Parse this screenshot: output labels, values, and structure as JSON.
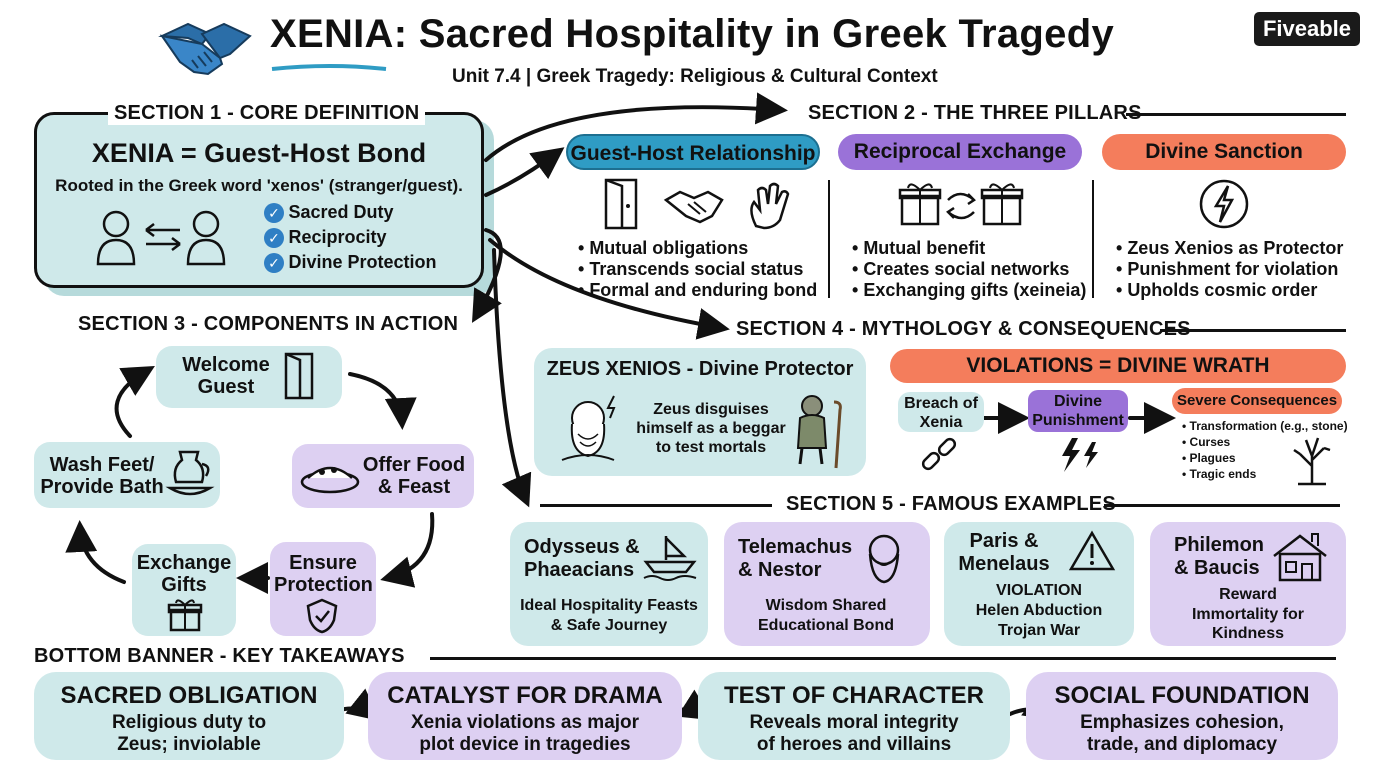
{
  "header": {
    "title": "XENIA: Sacred Hospitality in Greek Tragedy",
    "subtitle": "Unit 7.4 | Greek Tragedy: Religious & Cultural Context",
    "logo": "Fiveable",
    "logo_icon": "handshake-icon"
  },
  "section1": {
    "label": "SECTION 1 - CORE DEFINITION",
    "heading": "XENIA = Guest-Host Bond",
    "description": "Rooted in the Greek word 'xenos' (stranger/guest).",
    "checks": [
      "Sacred Duty",
      "Reciprocity",
      "Divine Protection"
    ]
  },
  "section2": {
    "label": "SECTION 2 - THE THREE PILLARS",
    "pillars": [
      {
        "title": "Guest-Host Relationship",
        "bullets": [
          "Mutual obligations",
          "Transcends social status",
          "Formal and enduring bond"
        ]
      },
      {
        "title": "Reciprocal Exchange",
        "bullets": [
          "Mutual benefit",
          "Creates social networks",
          "Exchanging gifts (xeineia)"
        ]
      },
      {
        "title": "Divine Sanction",
        "bullets": [
          "Zeus Xenios as Protector",
          "Punishment for violation",
          "Upholds cosmic order"
        ]
      }
    ],
    "colors": {
      "pillar1": "#2f9cc4",
      "pillar2": "#9a72d8",
      "pillar3": "#f47d5c"
    }
  },
  "section3": {
    "label": "SECTION 3 - COMPONENTS IN ACTION",
    "steps": [
      "Welcome Guest",
      "Offer Food & Feast",
      "Ensure Protection",
      "Exchange Gifts",
      "Wash Feet/ Provide Bath"
    ]
  },
  "section4": {
    "label": "SECTION 4 - MYTHOLOGY & CONSEQUENCES",
    "zeus_title": "ZEUS XENIOS - Divine Protector",
    "zeus_text": "Zeus disguises himself as a beggar to test mortals",
    "violations_title": "VIOLATIONS = DIVINE WRATH",
    "flow": [
      "Breach of Xenia",
      "Divine Punishment",
      "Severe Consequences"
    ],
    "consequences": [
      "Transformation (e.g., stone)",
      "Curses",
      "Plagues",
      "Tragic ends"
    ]
  },
  "section5": {
    "label": "SECTION 5 - FAMOUS EXAMPLES",
    "examples": [
      {
        "title": "Odysseus & Phaeacians",
        "text": "Ideal Hospitality Feasts & Safe Journey"
      },
      {
        "title": "Telemachus & Nestor",
        "text": "Wisdom Shared Educational Bond"
      },
      {
        "title": "Paris & Menelaus",
        "tag": "VIOLATION",
        "text": "Helen Abduction Trojan War"
      },
      {
        "title": "Philemon & Baucis",
        "tag": "Reward",
        "text": "Immortality for Kindness"
      }
    ]
  },
  "takeaways": {
    "label": "BOTTOM BANNER - KEY TAKEAWAYS",
    "items": [
      {
        "title": "SACRED OBLIGATION",
        "text": "Religious duty to Zeus; inviolable"
      },
      {
        "title": "CATALYST FOR DRAMA",
        "text": "Xenia violations as major plot device in tragedies"
      },
      {
        "title": "TEST OF CHARACTER",
        "text": "Reveals moral integrity of heroes and villains"
      },
      {
        "title": "SOCIAL FOUNDATION",
        "text": "Emphasizes cohesion, trade, and diplomacy"
      }
    ]
  },
  "colors": {
    "teal": "#cfe9ea",
    "lavender": "#ddd0f2",
    "orange": "#f47d5c",
    "blue": "#2f9cc4",
    "purple": "#9a72d8"
  }
}
